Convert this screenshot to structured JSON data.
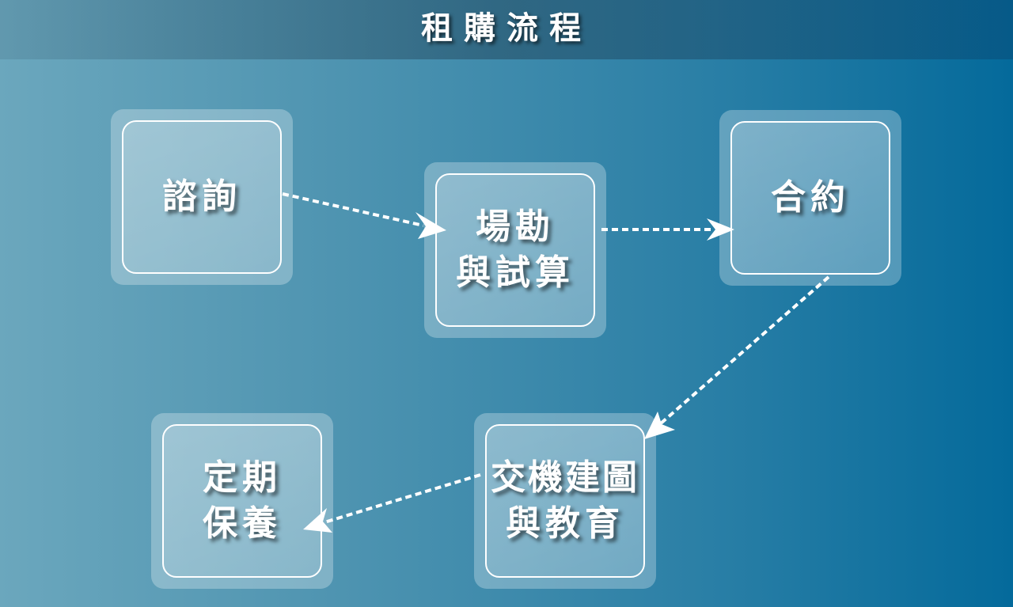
{
  "title": "租購流程",
  "steps": [
    {
      "line1": "諮詢",
      "line2": ""
    },
    {
      "line1": "場勘",
      "line2": "與試算"
    },
    {
      "line1": "合約",
      "line2": ""
    },
    {
      "line1": "交機建圖",
      "line2": "與教育"
    },
    {
      "line1": "定期",
      "line2": "保養"
    }
  ],
  "colors": {
    "bg_left": "#6ba7bd",
    "bg_right": "#046a9b",
    "text": "#ffffff"
  }
}
